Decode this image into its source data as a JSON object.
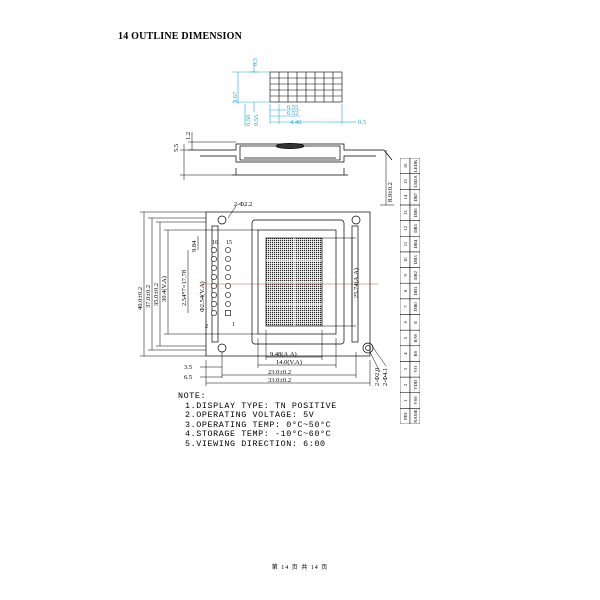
{
  "header": {
    "title": "14 OUTLINE DIMENSION"
  },
  "footer": {
    "page": "第 14 页 共 14 页"
  },
  "notes": {
    "heading": "NOTE:",
    "items": [
      "1.DISPLAY TYPE: TN POSITIVE",
      "2.OPERATING VOLTAGE: 5V",
      "3.OPERATING TEMP: 0°C~50°C",
      "4.STORAGE TEMP: -10°C~60°C",
      "5.VIEWING DIRECTION: 6:00"
    ]
  },
  "pixel_detail": {
    "dims": [
      "3.67",
      "0.5",
      "0.50",
      "0.55",
      "0.55",
      "0.52",
      "4.40",
      "0.5"
    ]
  },
  "side_view": {
    "left_dims": [
      "5.5",
      "1.2"
    ],
    "right_dim": "8.9±0.2"
  },
  "front_view": {
    "hole_label": "2-Φ2.2",
    "vertical_dims": [
      "40.0±0.2",
      "37.0±0.2",
      "35.0±0.2",
      "30.4(V.A)",
      "25.74(A.A)"
    ],
    "pin_pitch": "2.54*7=17.78",
    "pin_offset": "9.84",
    "pin_diameter": "Φ2.54(V.A)",
    "pin_numbers_top": [
      "16",
      "15"
    ],
    "pin_numbers_bottom": [
      "2",
      "1"
    ],
    "horizontal_dims": [
      "9.48(A.A)",
      "14.0(V.A)",
      "23.0±0.2",
      "33.0±0.2"
    ],
    "left_offsets": [
      "3.5",
      "6.5"
    ],
    "right_hole_dims": [
      "2-Φ2.0",
      "2-Φ4.1"
    ]
  },
  "pin_table": {
    "header": [
      "PIN",
      "NAME"
    ],
    "rows": [
      [
        "1",
        "VSS"
      ],
      [
        "2",
        "VDD"
      ],
      [
        "3",
        "VO"
      ],
      [
        "4",
        "RS"
      ],
      [
        "5",
        "R/W"
      ],
      [
        "6",
        "E"
      ],
      [
        "7",
        "DB0"
      ],
      [
        "8",
        "DB1"
      ],
      [
        "9",
        "DB2"
      ],
      [
        "10",
        "DB3"
      ],
      [
        "11",
        "DB4"
      ],
      [
        "12",
        "DB5"
      ],
      [
        "13",
        "DB6"
      ],
      [
        "14",
        "DB7"
      ],
      [
        "15",
        "LEDA"
      ],
      [
        "16",
        "LEDK"
      ]
    ]
  },
  "colors": {
    "dimension": "#22aadd",
    "line": "#000000",
    "accent": "#cc2222"
  }
}
